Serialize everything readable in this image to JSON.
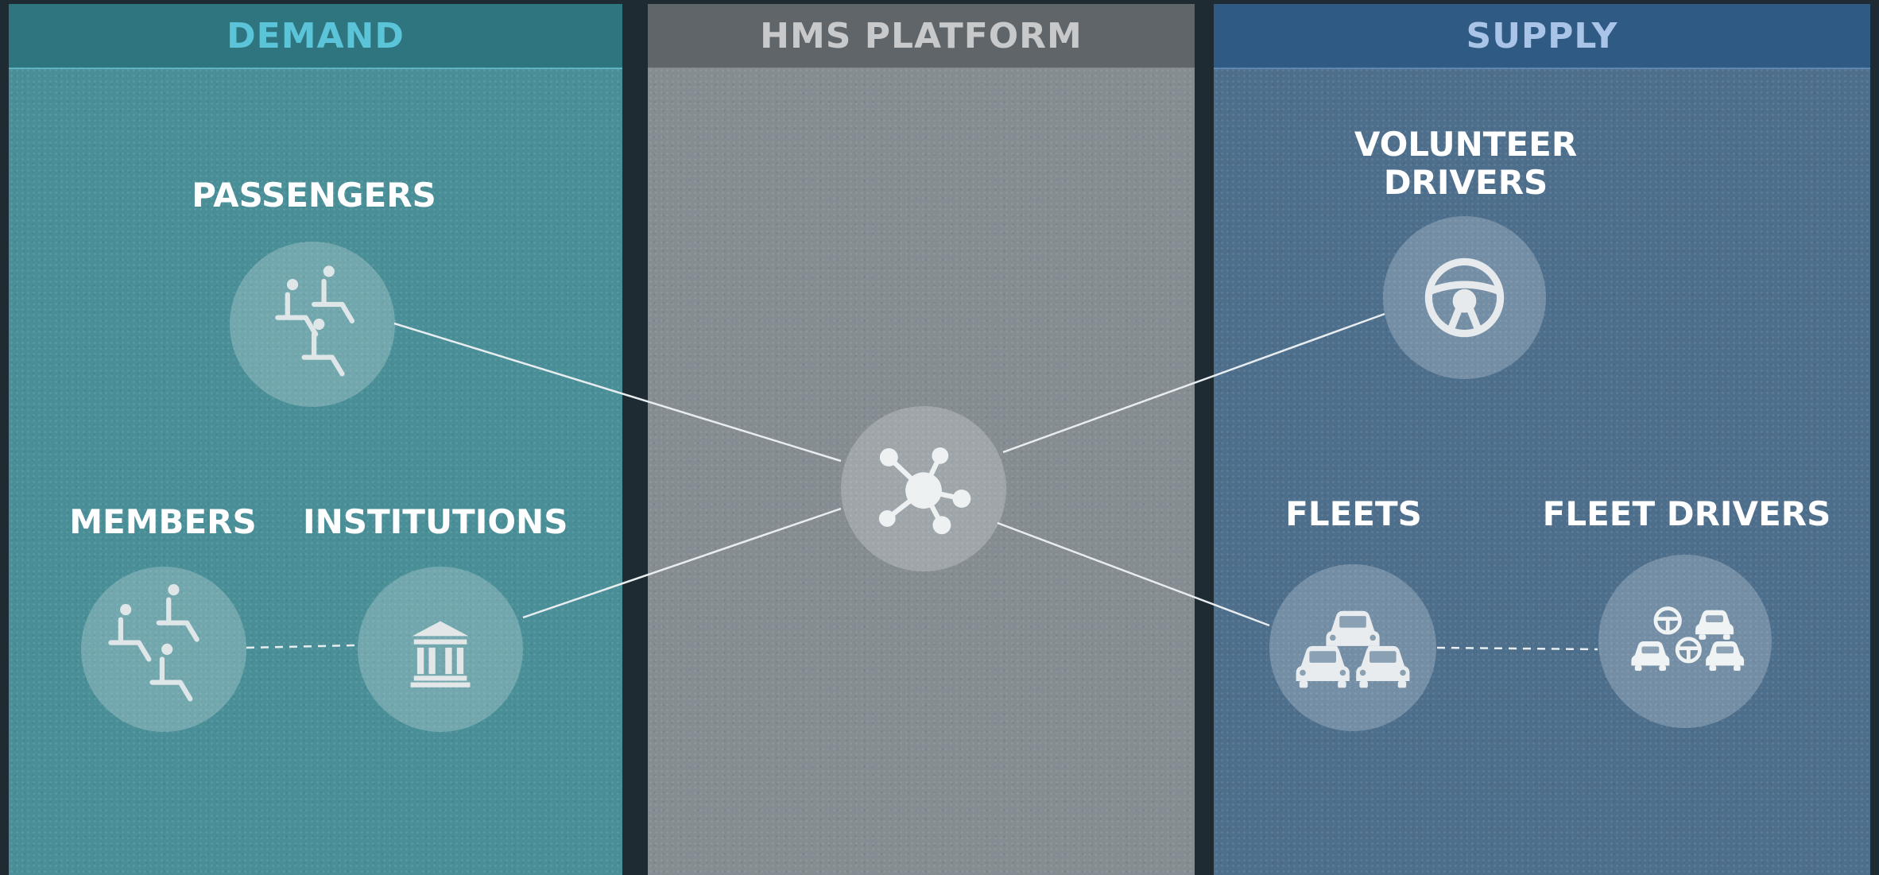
{
  "panels": {
    "demand": {
      "header": "DEMAND"
    },
    "platform": {
      "header": "HMS PLATFORM"
    },
    "supply": {
      "header": "SUPPLY"
    }
  },
  "nodes": {
    "passengers": {
      "label": "PASSENGERS",
      "icon": "seated-passengers-icon"
    },
    "members": {
      "label": "MEMBERS",
      "icon": "seated-passengers-icon"
    },
    "institutions": {
      "label": "INSTITUTIONS",
      "icon": "institution-building-icon"
    },
    "platform_hub": {
      "label": "",
      "icon": "network-hub-icon"
    },
    "volunteer_drivers": {
      "label_line1": "VOLUNTEER",
      "label_line2": "DRIVERS",
      "icon": "steering-wheel-icon"
    },
    "fleets": {
      "label": "FLEETS",
      "icon": "cars-fleet-icon"
    },
    "fleet_drivers": {
      "label": "FLEET DRIVERS",
      "icon": "cars-steering-wheels-icon"
    }
  },
  "colors": {
    "demand_panel": "#4a8f97",
    "demand_header_text": "#5cc4d8",
    "platform_panel": "#858d92",
    "platform_header_text": "#c7c9ca",
    "supply_panel": "#4e6f8c",
    "supply_header_text": "#a9c4e6",
    "link_line": "#e8edf0"
  }
}
